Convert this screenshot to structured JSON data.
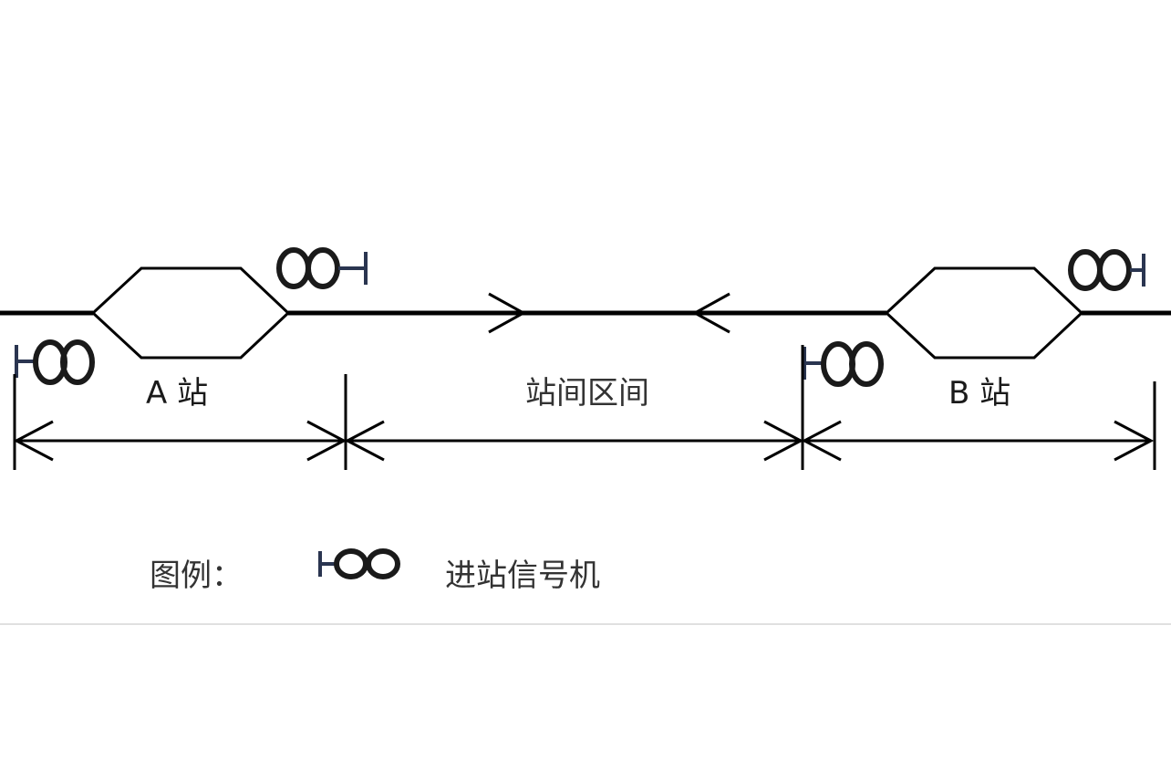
{
  "labels": {
    "station_a": "A 站",
    "section": "站间区间",
    "station_b": "B 站",
    "legend_title": "图例：",
    "legend_signal": "进站信号机"
  },
  "signals": [
    {
      "id": "a-left",
      "icon": "entry-signal-icon",
      "facing": "left"
    },
    {
      "id": "a-right",
      "icon": "entry-signal-icon",
      "facing": "right"
    },
    {
      "id": "b-left",
      "icon": "entry-signal-icon",
      "facing": "left"
    },
    {
      "id": "b-right",
      "icon": "entry-signal-icon",
      "facing": "right"
    }
  ],
  "colors": {
    "line": "#000000",
    "signal_post": "#2a3550",
    "divider": "#e0e0e0"
  }
}
